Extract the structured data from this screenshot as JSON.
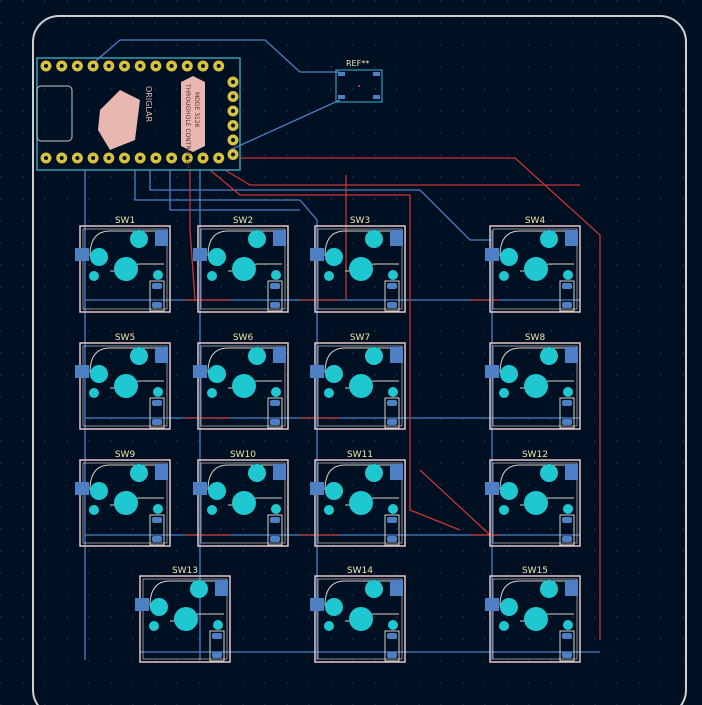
{
  "colors": {
    "background": "#001023",
    "edge_cuts": "#d0d0d0",
    "front_copper": "#c83434",
    "back_copper": "#4d7fc4",
    "pad_cyan": "#1fc8d0",
    "silk": "#f2e6a8",
    "courtyard": "#e8c6c6"
  },
  "controller": {
    "ref_label": "REF**",
    "logo_text": "ORIGLAR",
    "module_text": "THROUGHOLE CONTROLLER",
    "module_text2": "MODE 3126"
  },
  "switches": [
    {
      "label": "SW1"
    },
    {
      "label": "SW2"
    },
    {
      "label": "SW3"
    },
    {
      "label": "SW4"
    },
    {
      "label": "SW5"
    },
    {
      "label": "SW6"
    },
    {
      "label": "SW7"
    },
    {
      "label": "SW8"
    },
    {
      "label": "SW9"
    },
    {
      "label": "SW10"
    },
    {
      "label": "SW11"
    },
    {
      "label": "SW12"
    },
    {
      "label": "SW13"
    },
    {
      "label": "SW14"
    },
    {
      "label": "SW15"
    }
  ]
}
